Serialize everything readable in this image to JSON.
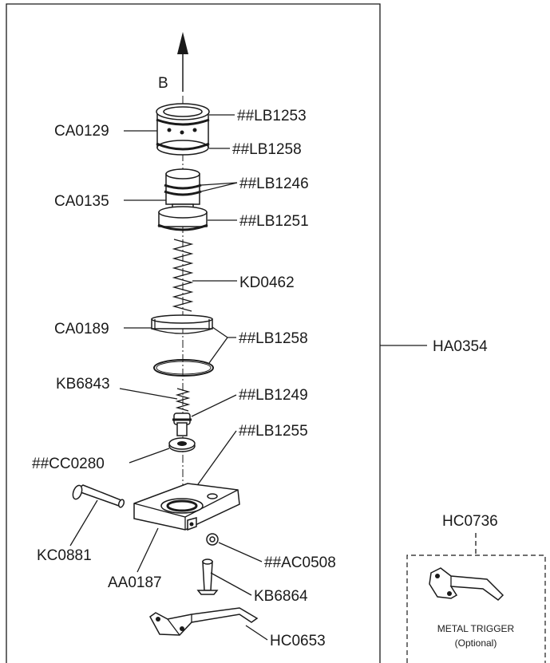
{
  "arrow_label": "B",
  "labels": {
    "ca0129": "CA0129",
    "lb1253": "##LB1253",
    "lb1258_top": "##LB1258",
    "ca0135": "CA0135",
    "lb1246": "##LB1246",
    "lb1251": "##LB1251",
    "kd0462": "KD0462",
    "ca0189": "CA0189",
    "lb1258_mid": "##LB1258",
    "ha0354": "HA0354",
    "kb6843": "KB6843",
    "lb1249": "##LB1249",
    "lb1255": "##LB1255",
    "cc0280": "##CC0280",
    "kc0881": "KC0881",
    "aa0187": "AA0187",
    "ac0508": "##AC0508",
    "kb6864": "KB6864",
    "hc0653": "HC0653",
    "hc0736": "HC0736"
  },
  "trigger_box": {
    "title": "METAL TRIGGER",
    "subtitle": "(Optional)"
  }
}
